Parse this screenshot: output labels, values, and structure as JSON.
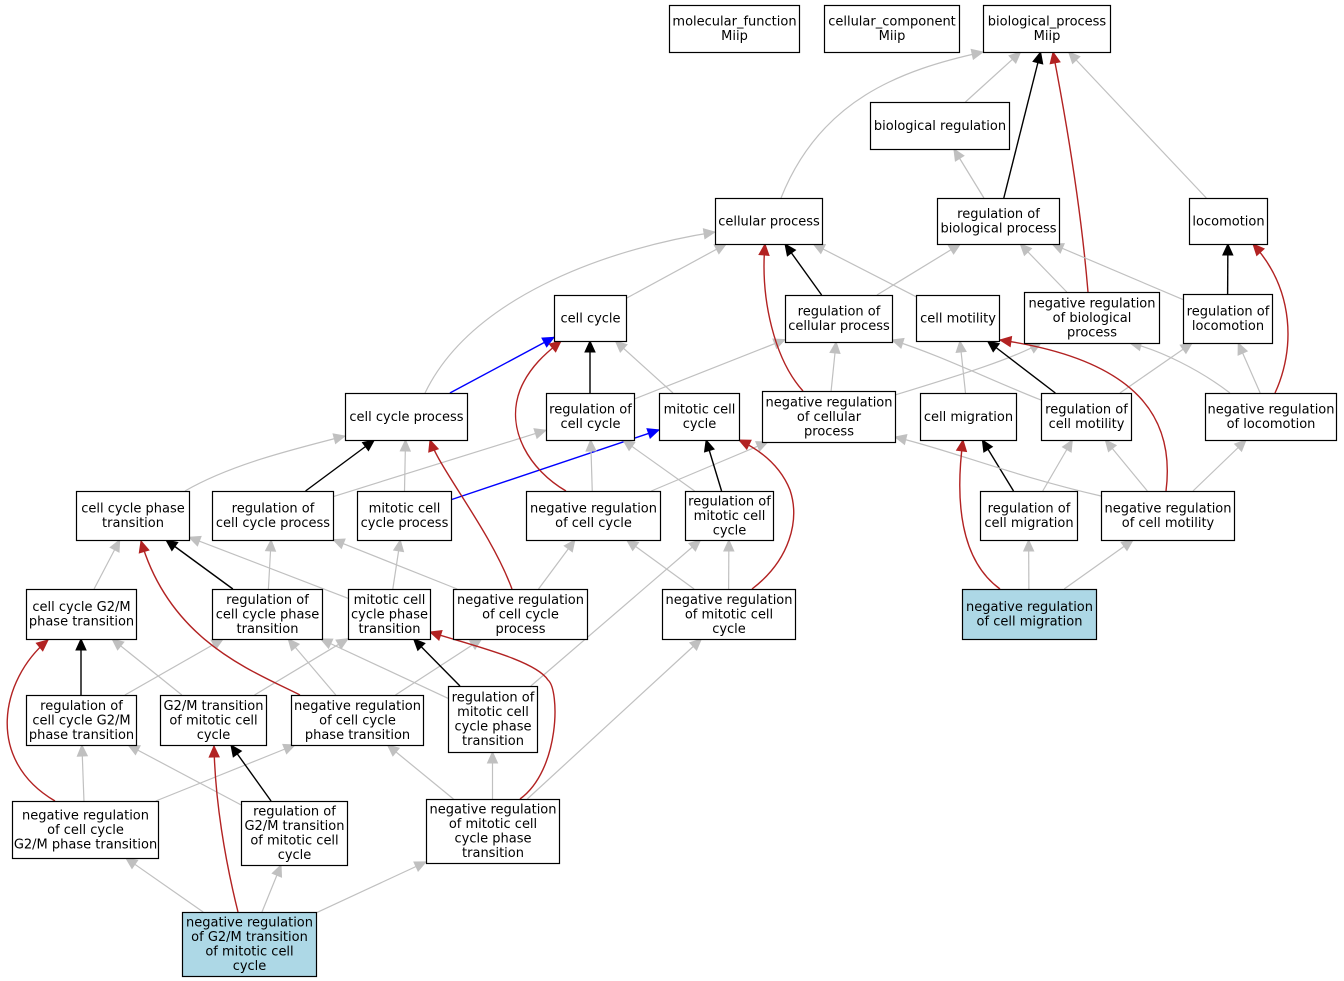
{
  "nodes": [
    {
      "id": "mf",
      "lines": [
        "molecular_function",
        "Miip"
      ],
      "highlight": false
    },
    {
      "id": "cc",
      "lines": [
        "cellular_component",
        "Miip"
      ],
      "highlight": false
    },
    {
      "id": "bp",
      "lines": [
        "biological_process",
        "Miip"
      ],
      "highlight": false
    },
    {
      "id": "bioreg",
      "lines": [
        "biological regulation"
      ],
      "highlight": false
    },
    {
      "id": "cellproc",
      "lines": [
        "cellular process"
      ],
      "highlight": false
    },
    {
      "id": "regbio",
      "lines": [
        "regulation of",
        "biological process"
      ],
      "highlight": false
    },
    {
      "id": "locomotion",
      "lines": [
        "locomotion"
      ],
      "highlight": false
    },
    {
      "id": "cellcycle",
      "lines": [
        "cell cycle"
      ],
      "highlight": false
    },
    {
      "id": "regcellproc",
      "lines": [
        "regulation of",
        "cellular process"
      ],
      "highlight": false
    },
    {
      "id": "cellmotility",
      "lines": [
        "cell motility"
      ],
      "highlight": false
    },
    {
      "id": "negregbio",
      "lines": [
        "negative regulation",
        "of biological",
        "process"
      ],
      "highlight": false
    },
    {
      "id": "regloco",
      "lines": [
        "regulation of",
        "locomotion"
      ],
      "highlight": false
    },
    {
      "id": "ccprocess",
      "lines": [
        "cell cycle process"
      ],
      "highlight": false
    },
    {
      "id": "regcc",
      "lines": [
        "regulation of",
        "cell cycle"
      ],
      "highlight": false
    },
    {
      "id": "mitcc",
      "lines": [
        "mitotic cell",
        "cycle"
      ],
      "highlight": false
    },
    {
      "id": "negregcellproc",
      "lines": [
        "negative regulation",
        "of cellular",
        "process"
      ],
      "highlight": false
    },
    {
      "id": "cellmig",
      "lines": [
        "cell migration"
      ],
      "highlight": false
    },
    {
      "id": "regcellmot",
      "lines": [
        "regulation of",
        "cell motility"
      ],
      "highlight": false
    },
    {
      "id": "negregloco",
      "lines": [
        "negative regulation",
        "of locomotion"
      ],
      "highlight": false
    },
    {
      "id": "ccphase",
      "lines": [
        "cell cycle phase",
        "transition"
      ],
      "highlight": false
    },
    {
      "id": "regccproc",
      "lines": [
        "regulation of",
        "cell cycle process"
      ],
      "highlight": false
    },
    {
      "id": "mitccproc",
      "lines": [
        "mitotic cell",
        "cycle process"
      ],
      "highlight": false
    },
    {
      "id": "negregcc",
      "lines": [
        "negative regulation",
        "of cell cycle"
      ],
      "highlight": false
    },
    {
      "id": "regmitcc",
      "lines": [
        "regulation of",
        "mitotic cell",
        "cycle"
      ],
      "highlight": false
    },
    {
      "id": "regcellmig",
      "lines": [
        "regulation of",
        "cell migration"
      ],
      "highlight": false
    },
    {
      "id": "negregcellmot",
      "lines": [
        "negative regulation",
        "of cell motility"
      ],
      "highlight": false
    },
    {
      "id": "g2mphase",
      "lines": [
        "cell cycle G2/M",
        "phase transition"
      ],
      "highlight": false
    },
    {
      "id": "regccphase",
      "lines": [
        "regulation of",
        "cell cycle phase",
        "transition"
      ],
      "highlight": false
    },
    {
      "id": "mitccphase",
      "lines": [
        "mitotic cell",
        "cycle phase",
        "transition"
      ],
      "highlight": false
    },
    {
      "id": "negregccproc",
      "lines": [
        "negative regulation",
        "of cell cycle",
        "process"
      ],
      "highlight": false
    },
    {
      "id": "negregmitcc",
      "lines": [
        "negative regulation",
        "of mitotic cell",
        "cycle"
      ],
      "highlight": false
    },
    {
      "id": "negregcellmig",
      "lines": [
        "negative regulation",
        "of cell migration"
      ],
      "highlight": true
    },
    {
      "id": "regg2mphase",
      "lines": [
        "regulation of",
        "cell cycle G2/M",
        "phase transition"
      ],
      "highlight": false
    },
    {
      "id": "g2mmit",
      "lines": [
        "G2/M transition",
        "of mitotic cell",
        "cycle"
      ],
      "highlight": false
    },
    {
      "id": "negregccphase",
      "lines": [
        "negative regulation",
        "of cell cycle",
        "phase transition"
      ],
      "highlight": false
    },
    {
      "id": "regmitccphase",
      "lines": [
        "regulation of",
        "mitotic cell",
        "cycle phase",
        "transition"
      ],
      "highlight": false
    },
    {
      "id": "negregg2mphase",
      "lines": [
        "negative regulation",
        "of cell cycle",
        "G2/M phase transition"
      ],
      "highlight": false
    },
    {
      "id": "regg2mmit",
      "lines": [
        "regulation of",
        "G2/M transition",
        "of mitotic cell",
        "cycle"
      ],
      "highlight": false
    },
    {
      "id": "negregmitccphase",
      "lines": [
        "negative regulation",
        "of mitotic cell",
        "cycle phase",
        "transition"
      ],
      "highlight": false
    },
    {
      "id": "negregg2mmit",
      "lines": [
        "negative regulation",
        "of G2/M transition",
        "of mitotic cell",
        "cycle"
      ],
      "highlight": true
    }
  ],
  "edges": [
    {
      "from": "bioreg",
      "to": "bp",
      "type": "is_a"
    },
    {
      "from": "cellproc",
      "to": "bp",
      "type": "is_a"
    },
    {
      "from": "locomotion",
      "to": "bp",
      "type": "is_a"
    },
    {
      "from": "regbio",
      "to": "bioreg",
      "type": "is_a"
    },
    {
      "from": "regbio",
      "to": "bp",
      "type": "regulates"
    },
    {
      "from": "negregbio",
      "to": "bp",
      "type": "negatively_regulates"
    },
    {
      "from": "negregbio",
      "to": "regbio",
      "type": "is_a"
    },
    {
      "from": "cellcycle",
      "to": "cellproc",
      "type": "is_a"
    },
    {
      "from": "regcellproc",
      "to": "cellproc",
      "type": "regulates"
    },
    {
      "from": "regcellproc",
      "to": "regbio",
      "type": "is_a"
    },
    {
      "from": "cellmotility",
      "to": "cellproc",
      "type": "is_a"
    },
    {
      "from": "regloco",
      "to": "locomotion",
      "type": "regulates"
    },
    {
      "from": "regloco",
      "to": "regbio",
      "type": "is_a"
    },
    {
      "from": "ccprocess",
      "to": "cellproc",
      "type": "is_a"
    },
    {
      "from": "ccprocess",
      "to": "cellcycle",
      "type": "part_of"
    },
    {
      "from": "regcc",
      "to": "cellcycle",
      "type": "regulates"
    },
    {
      "from": "regcc",
      "to": "regcellproc",
      "type": "is_a"
    },
    {
      "from": "mitcc",
      "to": "cellcycle",
      "type": "is_a"
    },
    {
      "from": "negregcellproc",
      "to": "cellproc",
      "type": "negatively_regulates"
    },
    {
      "from": "negregcellproc",
      "to": "regcellproc",
      "type": "is_a"
    },
    {
      "from": "negregcellproc",
      "to": "negregbio",
      "type": "is_a"
    },
    {
      "from": "cellmig",
      "to": "cellmotility",
      "type": "is_a"
    },
    {
      "from": "regcellmot",
      "to": "cellmotility",
      "type": "regulates"
    },
    {
      "from": "regcellmot",
      "to": "regcellproc",
      "type": "is_a"
    },
    {
      "from": "regcellmot",
      "to": "regloco",
      "type": "is_a"
    },
    {
      "from": "negregloco",
      "to": "regloco",
      "type": "is_a"
    },
    {
      "from": "negregloco",
      "to": "locomotion",
      "type": "negatively_regulates"
    },
    {
      "from": "negregloco",
      "to": "negregbio",
      "type": "is_a"
    },
    {
      "from": "ccphase",
      "to": "ccprocess",
      "type": "is_a"
    },
    {
      "from": "regccproc",
      "to": "ccprocess",
      "type": "regulates"
    },
    {
      "from": "regccproc",
      "to": "regcc",
      "type": "is_a"
    },
    {
      "from": "mitccproc",
      "to": "ccprocess",
      "type": "is_a"
    },
    {
      "from": "mitccproc",
      "to": "mitcc",
      "type": "part_of"
    },
    {
      "from": "negregcc",
      "to": "regcc",
      "type": "is_a"
    },
    {
      "from": "negregcc",
      "to": "cellcycle",
      "type": "negatively_regulates"
    },
    {
      "from": "negregcc",
      "to": "negregcellproc",
      "type": "is_a"
    },
    {
      "from": "regmitcc",
      "to": "mitcc",
      "type": "regulates"
    },
    {
      "from": "regmitcc",
      "to": "regcc",
      "type": "is_a"
    },
    {
      "from": "regcellmig",
      "to": "cellmig",
      "type": "regulates"
    },
    {
      "from": "regcellmig",
      "to": "regcellmot",
      "type": "is_a"
    },
    {
      "from": "negregcellmot",
      "to": "regcellmot",
      "type": "is_a"
    },
    {
      "from": "negregcellmot",
      "to": "cellmotility",
      "type": "negatively_regulates"
    },
    {
      "from": "negregcellmot",
      "to": "negregloco",
      "type": "is_a"
    },
    {
      "from": "negregcellmot",
      "to": "negregcellproc",
      "type": "is_a"
    },
    {
      "from": "g2mphase",
      "to": "ccphase",
      "type": "is_a"
    },
    {
      "from": "regccphase",
      "to": "ccphase",
      "type": "regulates"
    },
    {
      "from": "regccphase",
      "to": "regccproc",
      "type": "is_a"
    },
    {
      "from": "mitccphase",
      "to": "ccphase",
      "type": "is_a"
    },
    {
      "from": "mitccphase",
      "to": "mitccproc",
      "type": "is_a"
    },
    {
      "from": "negregccproc",
      "to": "regccproc",
      "type": "is_a"
    },
    {
      "from": "negregccproc",
      "to": "ccprocess",
      "type": "negatively_regulates"
    },
    {
      "from": "negregccproc",
      "to": "negregcc",
      "type": "is_a"
    },
    {
      "from": "negregmitcc",
      "to": "regmitcc",
      "type": "is_a"
    },
    {
      "from": "negregmitcc",
      "to": "mitcc",
      "type": "negatively_regulates"
    },
    {
      "from": "negregmitcc",
      "to": "negregcc",
      "type": "is_a"
    },
    {
      "from": "negregcellmig",
      "to": "regcellmig",
      "type": "is_a"
    },
    {
      "from": "negregcellmig",
      "to": "cellmig",
      "type": "negatively_regulates"
    },
    {
      "from": "negregcellmig",
      "to": "negregcellmot",
      "type": "is_a"
    },
    {
      "from": "regg2mphase",
      "to": "g2mphase",
      "type": "regulates"
    },
    {
      "from": "regg2mphase",
      "to": "regccphase",
      "type": "is_a"
    },
    {
      "from": "g2mmit",
      "to": "g2mphase",
      "type": "is_a"
    },
    {
      "from": "g2mmit",
      "to": "mitccphase",
      "type": "is_a"
    },
    {
      "from": "negregccphase",
      "to": "regccphase",
      "type": "is_a"
    },
    {
      "from": "negregccphase",
      "to": "ccphase",
      "type": "negatively_regulates"
    },
    {
      "from": "negregccphase",
      "to": "negregccproc",
      "type": "is_a"
    },
    {
      "from": "regmitccphase",
      "to": "mitccphase",
      "type": "regulates"
    },
    {
      "from": "regmitccphase",
      "to": "regccphase",
      "type": "is_a"
    },
    {
      "from": "regmitccphase",
      "to": "regmitcc",
      "type": "is_a"
    },
    {
      "from": "negregg2mphase",
      "to": "regg2mphase",
      "type": "is_a"
    },
    {
      "from": "negregg2mphase",
      "to": "g2mphase",
      "type": "negatively_regulates"
    },
    {
      "from": "negregg2mphase",
      "to": "negregccphase",
      "type": "is_a"
    },
    {
      "from": "regg2mmit",
      "to": "g2mmit",
      "type": "regulates"
    },
    {
      "from": "regg2mmit",
      "to": "regg2mphase",
      "type": "is_a"
    },
    {
      "from": "negregmitccphase",
      "to": "regmitccphase",
      "type": "is_a"
    },
    {
      "from": "negregmitccphase",
      "to": "negregccphase",
      "type": "is_a"
    },
    {
      "from": "negregmitccphase",
      "to": "mitccphase",
      "type": "negatively_regulates"
    },
    {
      "from": "negregmitccphase",
      "to": "negregmitcc",
      "type": "is_a"
    },
    {
      "from": "negregg2mmit",
      "to": "negregg2mphase",
      "type": "is_a"
    },
    {
      "from": "negregg2mmit",
      "to": "g2mmit",
      "type": "negatively_regulates"
    },
    {
      "from": "negregg2mmit",
      "to": "regg2mmit",
      "type": "is_a"
    },
    {
      "from": "negregg2mmit",
      "to": "negregmitccphase",
      "type": "is_a"
    }
  ],
  "edge_colors": {
    "is_a": "#c0c0c0",
    "part_of": "#0000ff",
    "regulates": "#000000",
    "negatively_regulates": "#b22222"
  },
  "colors": {
    "node_fill": "#ffffff",
    "node_highlight_fill": "#add8e6",
    "node_border": "#000000"
  }
}
